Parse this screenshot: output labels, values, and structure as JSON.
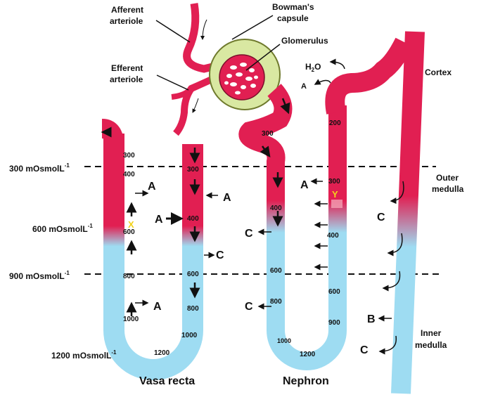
{
  "labels": {
    "afferent_line1": "Afferent",
    "afferent_line2": "arteriole",
    "efferent_line1": "Efferent",
    "efferent_line2": "arteriole",
    "bowman_line1": "Bowman's",
    "bowman_line2": "capsule",
    "glomerulus": "Glomerulus",
    "water_h": "H",
    "water_sub": "2",
    "water_o": "O",
    "cortex": "Cortex",
    "outer_medulla_line1": "Outer",
    "outer_medulla_line2": "medulla",
    "inner_medulla_line1": "Inner",
    "inner_medulla_line2": "medulla",
    "vasa_recta": "Vasa recta",
    "nephron": "Nephron"
  },
  "osmolarity_levels": [
    {
      "value": "300 mOsmolL",
      "sup": "-1"
    },
    {
      "value": "600 mOsmolL",
      "sup": "-1"
    },
    {
      "value": "900 mOsmolL",
      "sup": "-1"
    },
    {
      "value": "1200 mOsmolL",
      "sup": "-1"
    }
  ],
  "vasa_recta_values": {
    "descending": [
      "300",
      "400",
      "600",
      "800",
      "1000"
    ],
    "bottom": "1200",
    "ascending": [
      "300",
      "400",
      "600",
      "800",
      "1000"
    ]
  },
  "nephron_values": {
    "pct_top": "300",
    "pct_second": "200",
    "descending": [
      "400",
      "600",
      "800",
      "1000"
    ],
    "bottom": "1200",
    "ascending": [
      "300",
      "400",
      "600",
      "900"
    ]
  },
  "markers": {
    "x": "X",
    "y": "Y",
    "a": "A",
    "b": "B",
    "c": "C"
  },
  "colors": {
    "blood_red": "#e11f52",
    "filtrate_blue": "#9edcf2",
    "capsule_yellow": "#d9e8a2",
    "marker_yellow": "#f2d21b"
  }
}
